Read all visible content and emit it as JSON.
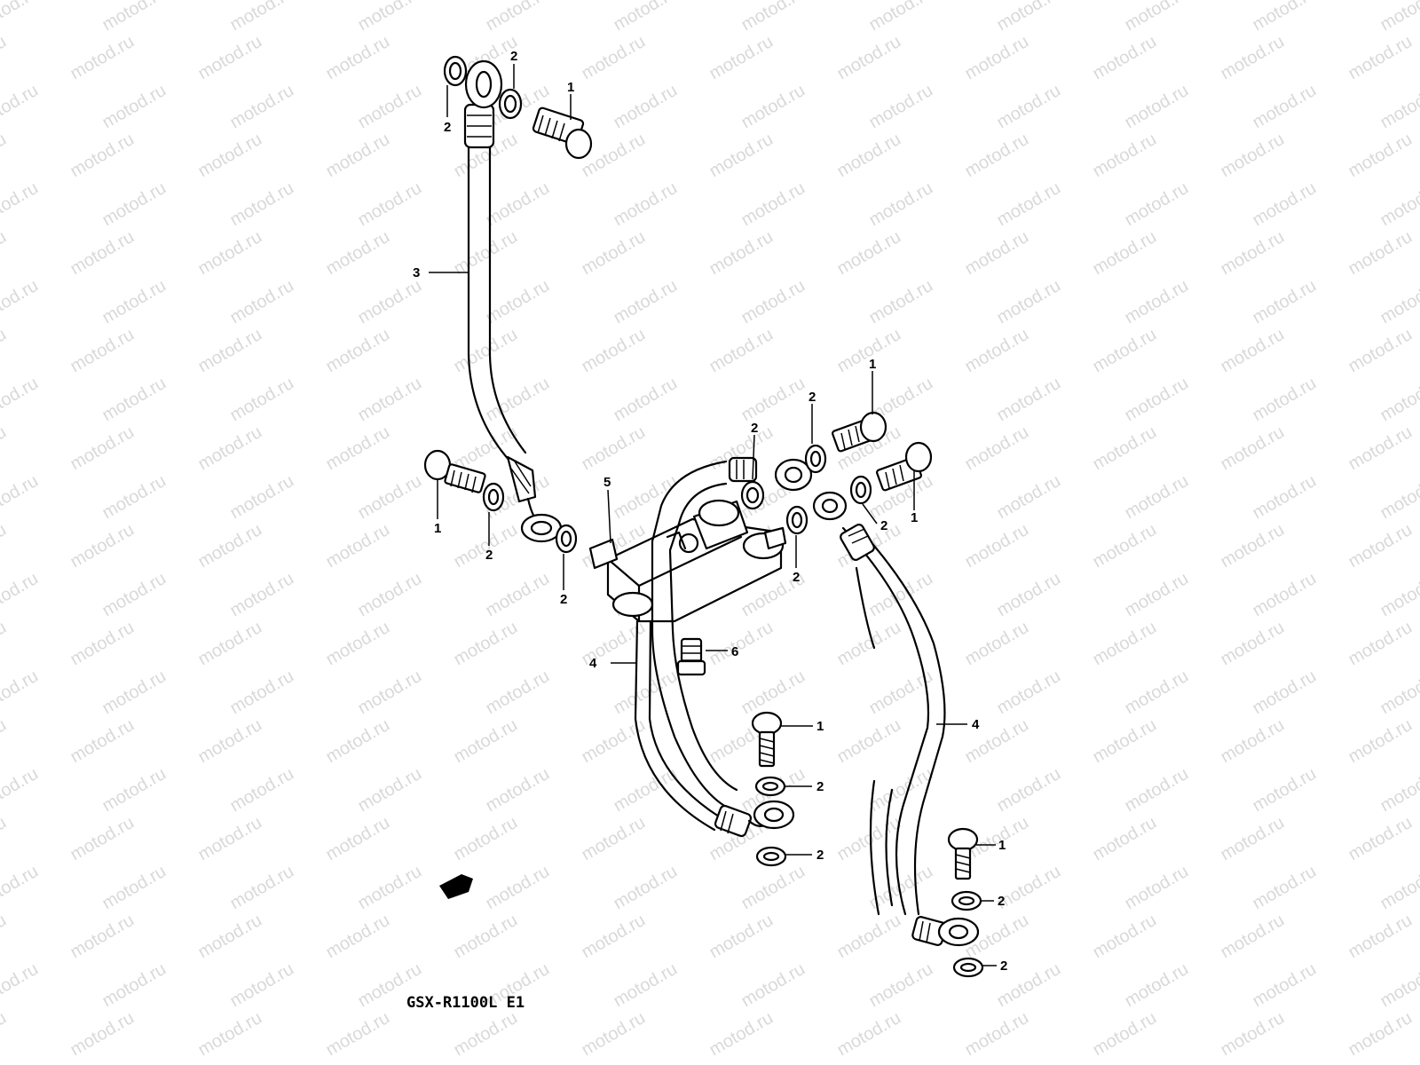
{
  "watermark": "motod.ru",
  "model_code": "GSX-R1100L E1",
  "colors": {
    "line": "#000000",
    "background": "#ffffff",
    "watermark": "#d9d9d9"
  },
  "callouts": {
    "c1_top": "1",
    "c2_top_ring": "2",
    "c2_top_left": "2",
    "c3_hose": "3",
    "c1_left_bolt": "1",
    "c2_left_washer": "2",
    "c2_mid_left": "2",
    "c5_block": "5",
    "c2_block_right": "2",
    "c2_mid_right": "2",
    "c1_right_bolt": "1",
    "c2_right_upper": "2",
    "c2_right_lower": "2",
    "c1_right_far": "1",
    "c6_plug": "6",
    "c4_left_hose": "4",
    "c4_right_hose": "4",
    "c1_lower_mid": "1",
    "c2_lower_mid_a": "2",
    "c2_lower_mid_b": "2",
    "c1_lower_right": "1",
    "c2_lower_right_a": "2",
    "c2_lower_right_b": "2"
  }
}
